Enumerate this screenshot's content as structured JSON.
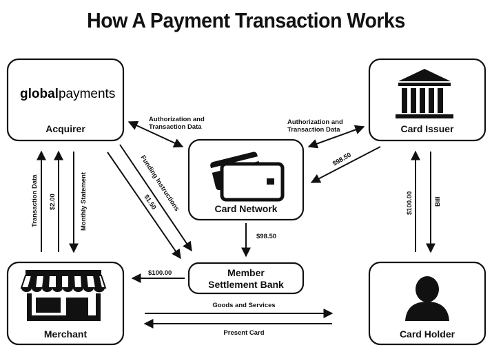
{
  "title": "How A Payment Transaction Works",
  "nodes": {
    "acquirer": {
      "label": "Acquirer",
      "logo_bold": "global",
      "logo_light": "payments"
    },
    "card_issuer": {
      "label": "Card Issuer",
      "icon": "bank-building-icon"
    },
    "card_network": {
      "label": "Card Network",
      "icon": "credit-cards-icon"
    },
    "settlement_bank": {
      "label_line1": "Member",
      "label_line2": "Settlement Bank"
    },
    "merchant": {
      "label": "Merchant",
      "icon": "storefront-icon"
    },
    "card_holder": {
      "label": "Card Holder",
      "icon": "person-icon"
    }
  },
  "edges": {
    "acquirer_network_l1": "Authorization and",
    "acquirer_network_l2": "Transaction Data",
    "issuer_network_l1": "Authorization and",
    "issuer_network_l2": "Transaction Data",
    "issuer_to_network_amount": "$98.50",
    "network_to_bank_amount": "$98.50",
    "funding_instructions": "Funding Instructions",
    "funding_amount": "$1.50",
    "bank_to_merchant_amount": "$100.00",
    "transaction_data": "Transaction Data",
    "merchant_fee": "$2.00",
    "monthly_statement": "Monthly Statement",
    "holder_to_issuer_amount": "$100.00",
    "bill": "Bill",
    "goods_and_services": "Goods and Services",
    "present_card": "Present Card"
  }
}
